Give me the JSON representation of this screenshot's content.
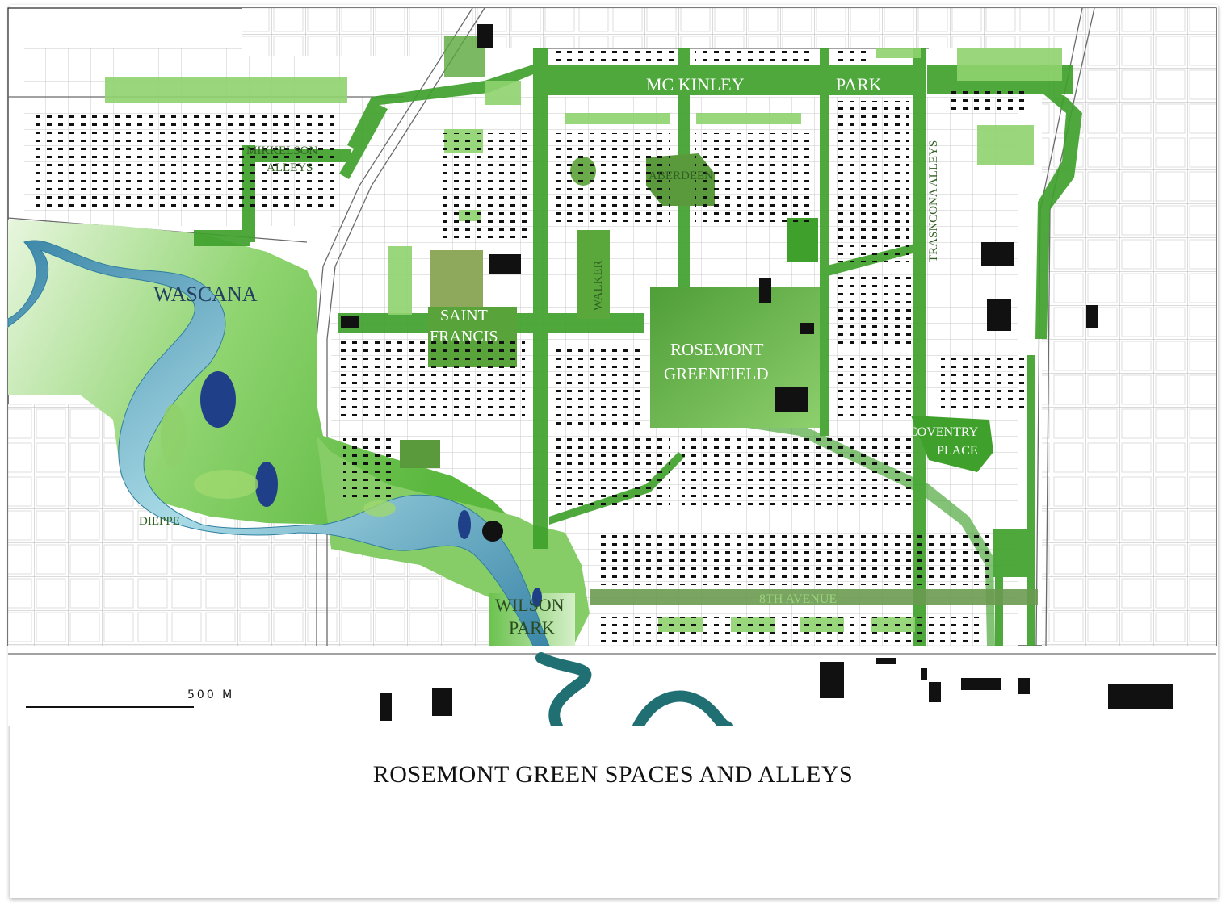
{
  "map": {
    "labels": {
      "mckinley": "MC KINLEY",
      "park": "PARK",
      "mikkelson": "MIKKELSON",
      "alleys": "ALLEYS",
      "aberdeen": "ABERDEEN",
      "trasncona_alleys": "TRASNCONA ALLEYS",
      "wascana": "WASCANA",
      "saint": "SAINT",
      "francis": "FRANCIS",
      "walker": "WALKER",
      "rosemont": "ROSEMONT",
      "greenfield": "GREENFIELD",
      "coventry": "COVENTRY",
      "place": "PLACE",
      "dieppe": "DIEPPE",
      "wilson": "WILSON",
      "park2": "PARK",
      "eighth_avenue": "8TH AVENUE"
    },
    "scale_bar_label": "500 M"
  },
  "caption": "ROSEMONT GREEN SPACES AND ALLEYS",
  "colors": {
    "greenway": "#3fa12c",
    "park_light": "#8cd36e",
    "park_dark": "#5a9a3c",
    "water_light": "#9fd6e2",
    "water_dark": "#2f7fa0",
    "river": "#1f6f73",
    "building": "#0a0a0a",
    "road": "#cfcfcf"
  }
}
